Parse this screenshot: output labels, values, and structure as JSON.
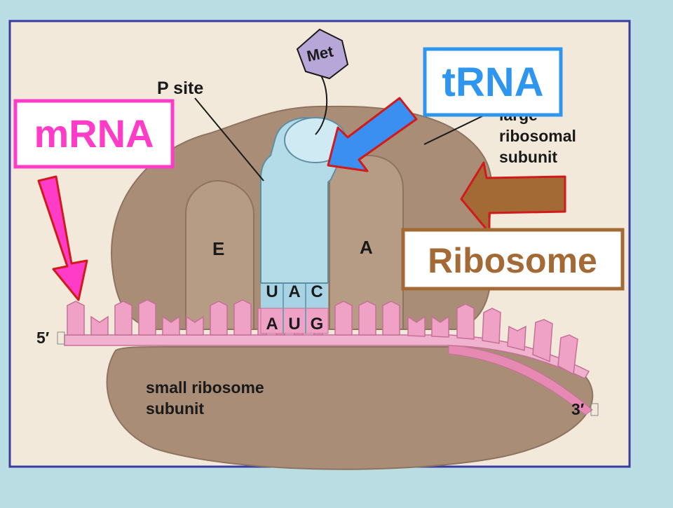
{
  "labels": {
    "met": "Met",
    "p_site": "P site",
    "large_subunit": [
      "large",
      "ribosomal",
      "subunit"
    ],
    "e_site": "E",
    "a_site": "A",
    "five_prime": "5′",
    "three_prime": "3′",
    "small_subunit": [
      "small ribosome",
      "subunit"
    ],
    "anticodon": [
      "U",
      "A",
      "C"
    ],
    "codon": [
      "A",
      "U",
      "G"
    ]
  },
  "callouts": {
    "trna": "tRNA",
    "mrna": "mRNA",
    "ribosome": "Ribosome"
  },
  "colors": {
    "background": "#b9dde3",
    "panel": "#f3e9db",
    "panel_border": "#3a3aa0",
    "ribosome": "#a98d76",
    "ribosome_dark": "#8e7460",
    "trna_body": "#b4dbe8",
    "met_hexagon": "#b7a6d8",
    "mrna": "#f0a2c6",
    "trna_callout": "#2f96f0",
    "trna_arrow": "#3a8ff0",
    "mrna_callout": "#ff3cc8",
    "mrna_arrow": "#ff3cc8",
    "ribosome_callout": "#a36a35",
    "ribosome_arrow": "#a36a35",
    "arrow_outline": "#d11a1a"
  }
}
